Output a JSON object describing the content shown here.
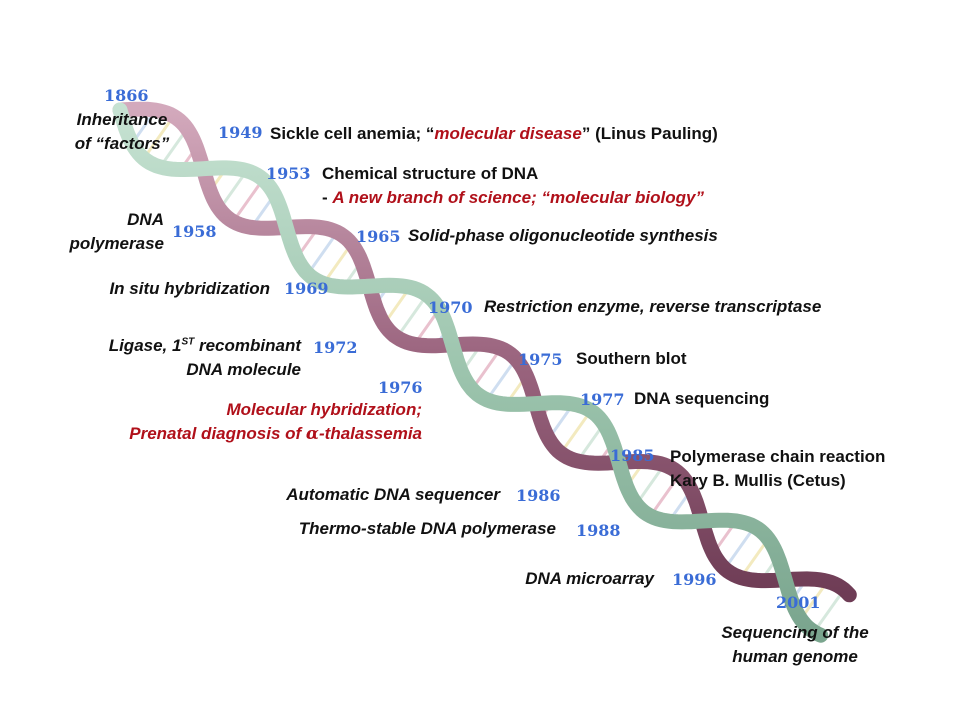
{
  "milestones": [
    {
      "year": "1866",
      "lines": [
        "Inheritance",
        "of “factors”"
      ]
    },
    {
      "year": "1949",
      "pre": "Sickle cell anemia; “",
      "highlight": "molecular disease",
      "post": "” (Linus Pauling)"
    },
    {
      "year": "1953",
      "line1": "Chemical structure of DNA",
      "line2_pre": "- ",
      "line2_highlight": "A new branch of science; “molecular biology”"
    },
    {
      "year": "1958",
      "lines": [
        "DNA",
        "polymerase"
      ]
    },
    {
      "year": "1965",
      "text": "Solid-phase oligonucleotide synthesis"
    },
    {
      "year": "1969",
      "text": "In situ hybridization"
    },
    {
      "year": "1970",
      "text": "Restriction enzyme, reverse transcriptase"
    },
    {
      "year": "1972",
      "line1_pre": "Ligase, 1",
      "line1_sup": "ST",
      "line1_post": " recombinant",
      "line2": "DNA molecule"
    },
    {
      "year": "1975",
      "text": "Southern blot"
    },
    {
      "year": "1976",
      "line1": "Molecular hybridization;",
      "line2_pre": "Prenatal diagnosis of ",
      "line2_symbol": "α",
      "line2_post": "-thalassemia"
    },
    {
      "year": "1977",
      "text": "DNA sequencing"
    },
    {
      "year": "1985",
      "lines": [
        "Polymerase chain reaction",
        "Kary B. Mullis (Cetus)"
      ]
    },
    {
      "year": "1986",
      "text": "Automatic DNA sequencer"
    },
    {
      "year": "1988",
      "text": "Thermo-stable DNA polymerase"
    },
    {
      "year": "1996",
      "text": "DNA microarray"
    },
    {
      "year": "2001",
      "lines": [
        "Sequencing of the",
        "human genome"
      ]
    }
  ],
  "colors": {
    "year": "#3a6cd6",
    "highlight": "#b0101a",
    "text": "#111111",
    "strand_green": "#a9cdb8",
    "strand_pink": "#a8728a"
  }
}
